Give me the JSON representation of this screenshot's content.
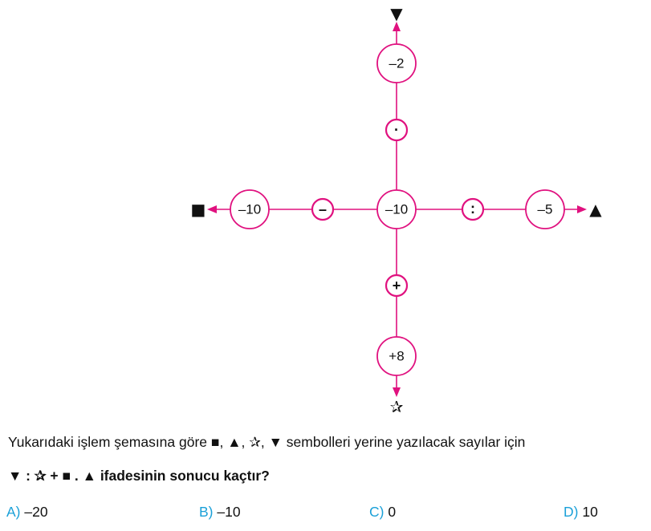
{
  "diagram": {
    "center": "–10",
    "top_value": "–2",
    "right_value": "–5",
    "bottom_value": "+8",
    "left_value": "–10",
    "op_top": "·",
    "op_right": ":",
    "op_bottom": "+",
    "op_left": "–",
    "symbol_top": "▼",
    "symbol_right": "▲",
    "symbol_bottom": "✰",
    "symbol_left": "■",
    "colors": {
      "line": "#e0117f",
      "option_letter": "#1aa0d8"
    }
  },
  "question": {
    "text": "Yukarıdaki işlem şemasına göre ■, ▲, ✰, ▼ sembolleri yerine yazılacak sayılar için",
    "expression": "▼ :  ✰ + ■ . ▲ ifadesinin sonucu kaçtır?"
  },
  "options": [
    {
      "letter": "A)",
      "value": "–20"
    },
    {
      "letter": "B)",
      "value": "–10"
    },
    {
      "letter": "C)",
      "value": "0"
    },
    {
      "letter": "D)",
      "value": "10"
    }
  ]
}
